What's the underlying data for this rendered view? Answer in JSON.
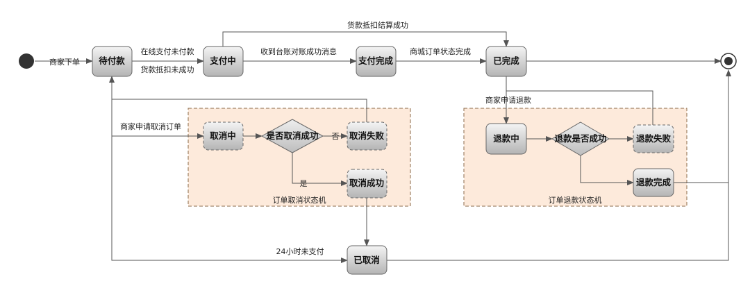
{
  "states": {
    "pending_payment": "待付款",
    "paying": "支付中",
    "paid": "支付完成",
    "completed": "已完成",
    "cancelling": "取消中",
    "cancel_failed": "取消失败",
    "cancel_success": "取消成功",
    "refunding": "退款中",
    "refund_failed": "退款失败",
    "refund_done": "退款完成",
    "cancelled": "已取消"
  },
  "decisions": {
    "cancel_check": "是否取消成功",
    "refund_check": "退款是否成功"
  },
  "labels": {
    "merchant_order": "商家下单",
    "online_unpaid": "在线支付未付款",
    "deduct_failed": "货款抵扣未成功",
    "reconcile_ok": "收到台账对账成功消息",
    "mall_order_done": "商城订单状态完成",
    "deduct_settle_ok": "货款抵扣结算成功",
    "request_cancel": "商家申请取消订单",
    "no": "否",
    "yes": "是",
    "request_refund": "商家申请退款",
    "unpaid_24h": "24小时未支付"
  },
  "groups": {
    "cancel_machine": "订单取消状态机",
    "refund_machine": "订单退款状态机"
  },
  "colors": {
    "group_fill": "#fdeadb",
    "group_border": "#8a6a4a",
    "arrow": "#555555"
  }
}
